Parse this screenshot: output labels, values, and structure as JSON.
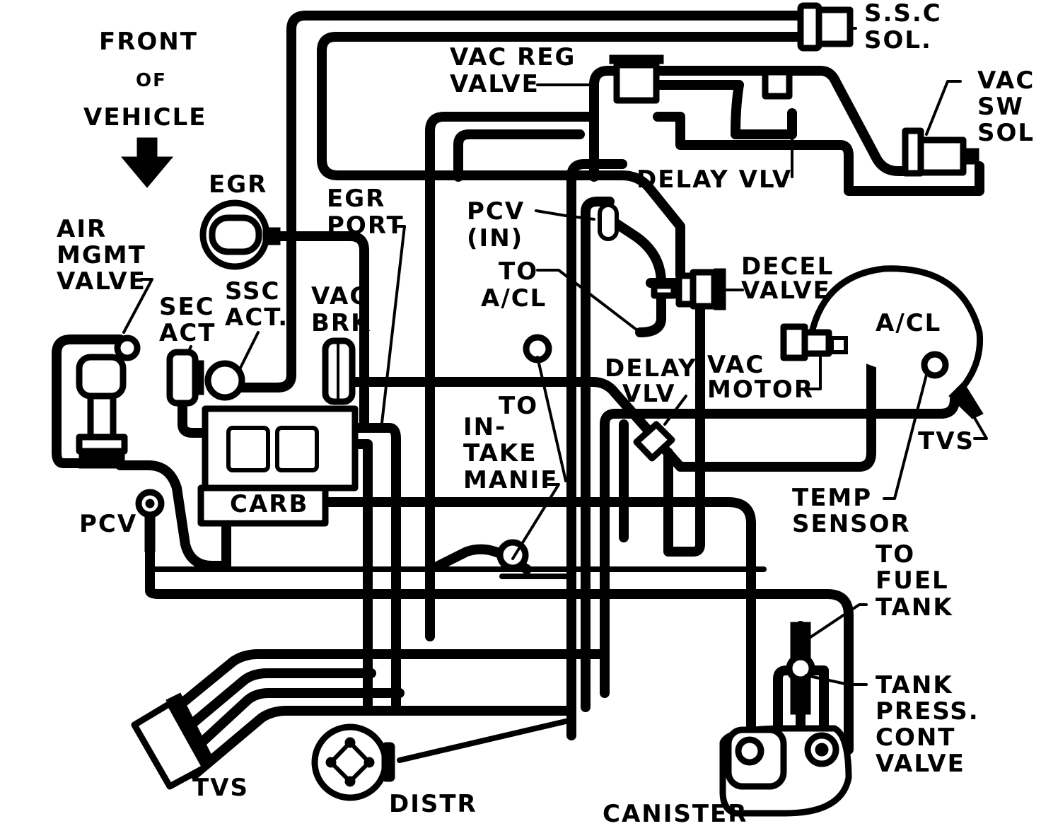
{
  "labels": {
    "front_line1": "FRONT",
    "front_line2": "OF",
    "front_line3": "VEHICLE",
    "ssc_sol_line1": "S.S.C",
    "ssc_sol_line2": "SOL.",
    "vac_reg_line1": "VAC REG",
    "vac_reg_line2": "VALVE",
    "vac_sw_line1": "VAC",
    "vac_sw_line2": "SW",
    "vac_sw_line3": "SOL",
    "delay_vlv_top": "DELAY VLV",
    "egr": "EGR",
    "egr_port_line1": "EGR",
    "egr_port_line2": "PORT",
    "pcv_in_line1": "PCV",
    "pcv_in_line2": "(IN)",
    "air_mgmt_line1": "AIR",
    "air_mgmt_line2": "MGMT",
    "air_mgmt_line3": "VALVE",
    "to_acl_line1": "TO",
    "to_acl_line2": "A/CL",
    "decel_line1": "DECEL",
    "decel_line2": "VALVE",
    "sec_act_line1": "SEC",
    "sec_act_line2": "ACT",
    "ssc_act_line1": "SSC",
    "ssc_act_line2": "ACT.",
    "vac_brk_line1": "VAC",
    "vac_brk_line2": "BRK",
    "acl": "A/CL",
    "delay_vlv_mid_line1": "DELAY",
    "delay_vlv_mid_line2": "VLV",
    "vac_motor_line1": "VAC",
    "vac_motor_line2": "MOTOR",
    "to_intake_line1": "TO",
    "to_intake_line2": "IN-",
    "to_intake_line3": "TAKE",
    "to_intake_line4": "MANIF",
    "tvs_right": "TVS",
    "temp_sensor_line1": "TEMP",
    "temp_sensor_line2": "SENSOR",
    "pcv": "PCV",
    "carb": "CARB",
    "to_fuel_line1": "TO",
    "to_fuel_line2": "FUEL",
    "to_fuel_line3": "TANK",
    "tank_press_line1": "TANK",
    "tank_press_line2": "PRESS.",
    "tank_press_line3": "CONT",
    "tank_press_line4": "VALVE",
    "tvs_left": "TVS",
    "distr": "DISTR",
    "canister": "CANISTER"
  }
}
